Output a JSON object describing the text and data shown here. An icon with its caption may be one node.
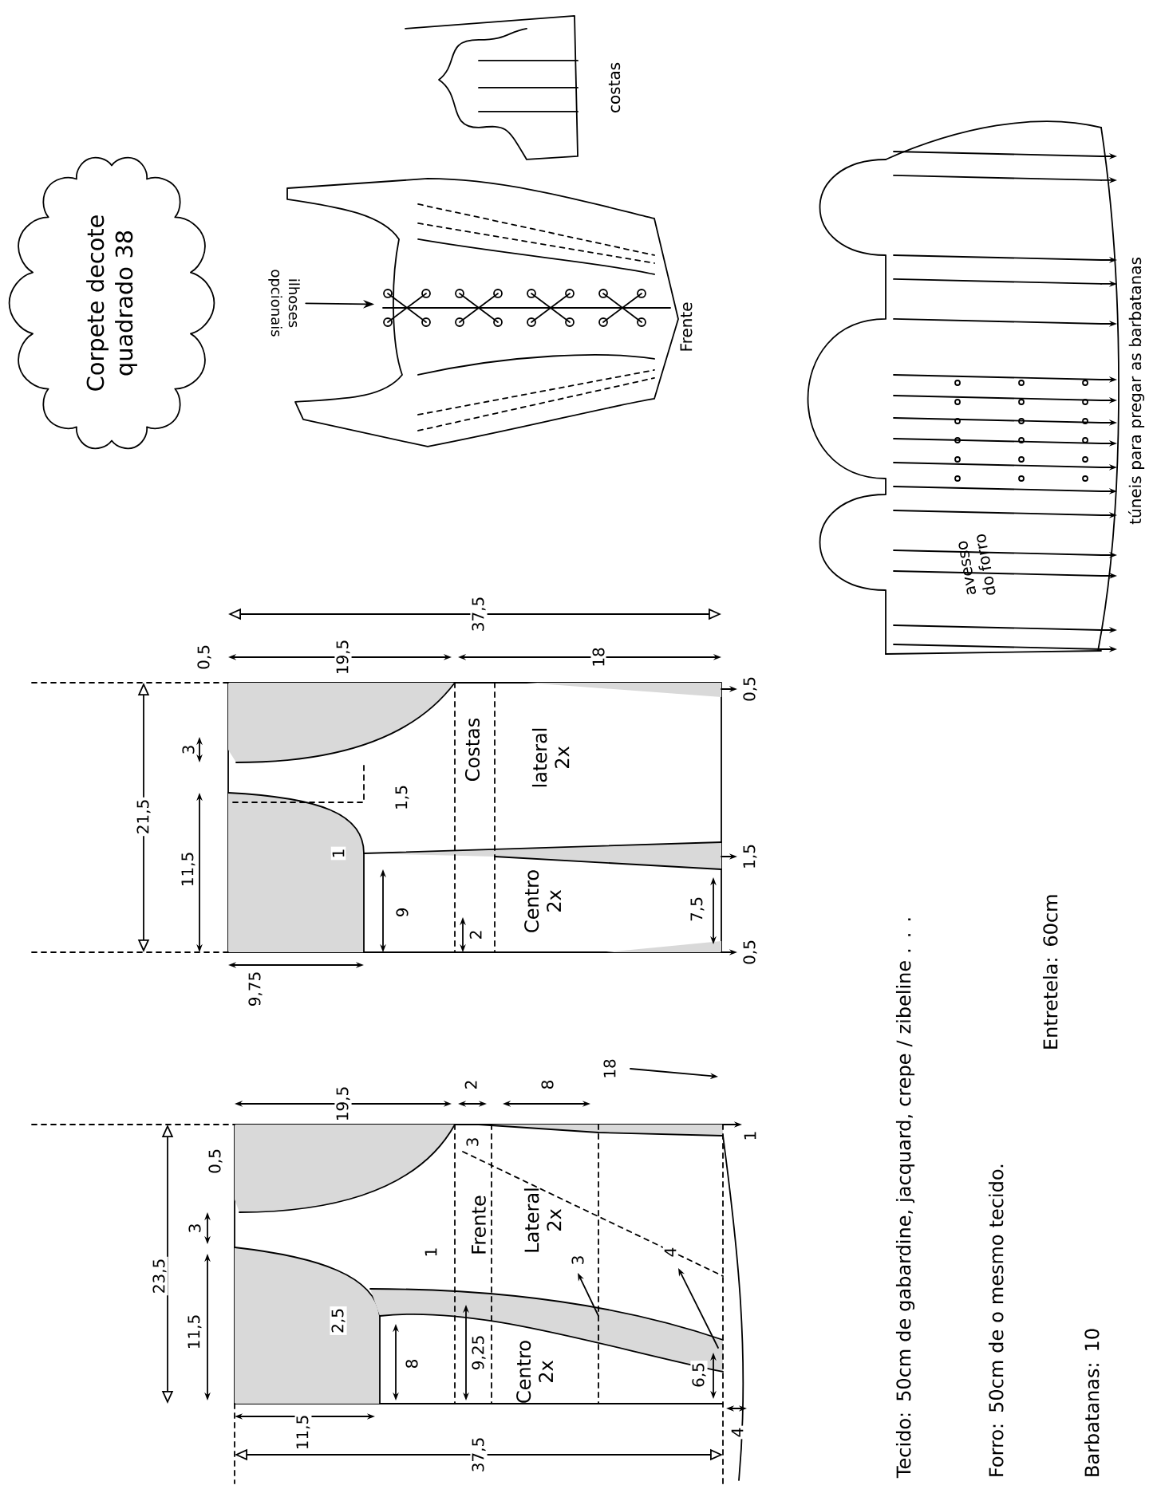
{
  "diagram": {
    "title": "Corpete decote quadrado 38",
    "nodes": [
      {
        "text": [],
        "shape": "picture"
      },
      {
        "text": [
          "ilhoses opcionais"
        ]
      }
    ],
    "edges": [
      {
        "from": 1,
        "to": 0,
        "arrow": "to"
      }
    ],
    "labels": [
      "costas",
      "Frente",
      "túneis para pregar as barbatanas",
      "avesso do forro",
      "37,5",
      "19,5",
      "18",
      "21,5",
      "0,5",
      "3",
      "11,5",
      "1,5",
      "1",
      "9",
      "9,75",
      "2",
      "Costas",
      "lateral 2x",
      "Centro 2x",
      "7,5",
      "0,5",
      "1,5",
      "0,5",
      "19,5",
      "2",
      "8",
      "18",
      "23,5",
      "0,5",
      "3",
      "11,5",
      "3",
      "1",
      "2,5",
      "8",
      "9,25",
      "Frente",
      "Lateral 2x",
      "Centro 2x",
      "3",
      "4",
      "6,5",
      "1",
      "11,5",
      "37,5",
      "4",
      "Tecido: 50cm de gabardine, jacquard, crepe / zibeline . . .",
      "Forro: 50cm de o mesmo tecido.",
      "Entretela: 60cm",
      "Barbatanas: 10"
    ]
  }
}
